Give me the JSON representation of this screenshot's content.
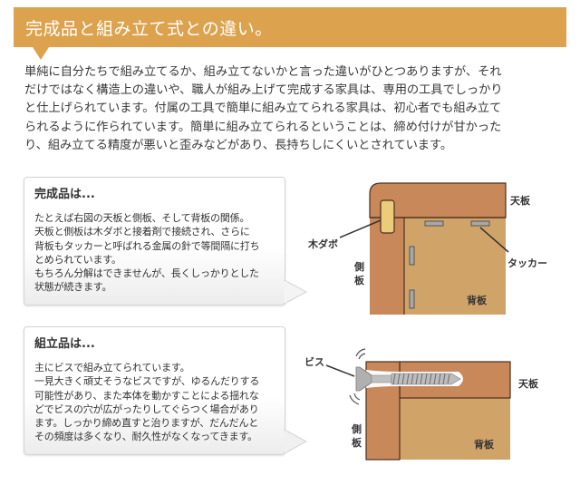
{
  "header": {
    "title": "完成品と組み立て式との違い。",
    "color": "#dca24e"
  },
  "intro": {
    "lines": [
      "単純に自分たちで組み立てるか、組み立てないかと言った違いがひとつありますが、それ",
      "だけではなく構造上の違いや、職人が組み上げて完成する家具は、専用の工具でしっかり",
      "と仕上げられています。付属の工具で簡単に組み立てられる家具は、初心者でも組み立て",
      "られるように作られています。簡単に組み立てられるということは、締め付けが甘かった",
      "り、組み立てる精度が悪いと歪みなどがあり、長持ちしにくいとされています。"
    ]
  },
  "finished": {
    "title": "完成品は...",
    "lines": [
      "たとえば右図の天板と側板、そして背板の関係。",
      "天板と側板は木ダボと接着剤で接続され、さらに",
      "背板もタッカーと呼ばれる金属の針で等間隔に打ち",
      "とめられています。",
      "もちろん分解はできませんが、長くしっかりとした",
      "状態が続きます。"
    ],
    "diagram": {
      "top_board": "天板",
      "dowel": "木ダボ",
      "side_board": "側板",
      "tacker": "タッカー",
      "back_board": "背板"
    }
  },
  "assembled": {
    "title": "組立品は...",
    "lines": [
      "主にビスで組み立てられています。",
      "一見大きく頑丈そうなビスですが、ゆるんだりする",
      "可能性があり、また本体を動かすことによる揺れな",
      "どでビスの穴が広がったりしてぐらつく場合があり",
      "ます。しっかり締め直すと治りますが、だんだんと",
      "その頻度は多くなり、耐久性がなくなってきます。"
    ],
    "diagram": {
      "screw": "ビス",
      "top_board": "天板",
      "side_board": "側板",
      "back_board": "背板"
    }
  },
  "colors": {
    "top_board": "#c8885a",
    "side_board": "#c8885a",
    "back_board": "#d0a468",
    "dowel": "#eccb7a",
    "outline": "#4a3020"
  }
}
